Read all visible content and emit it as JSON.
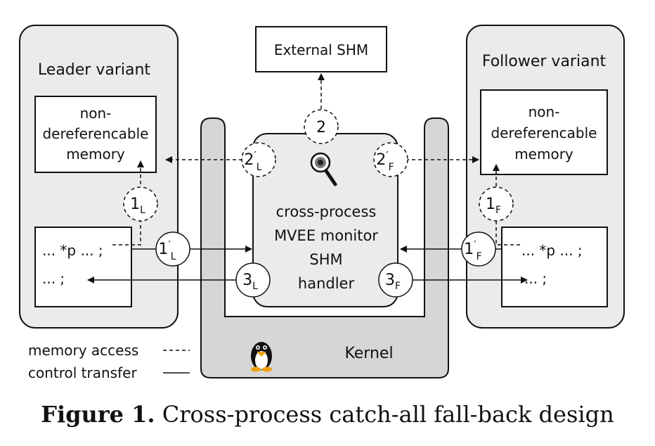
{
  "diagram": {
    "external_shm": "External SHM",
    "leader": {
      "title": "Leader variant",
      "memory_lines": [
        "non-",
        "dereferencable",
        "memory"
      ],
      "code_line1": "... *p ... ;",
      "code_line2": "... ;"
    },
    "follower": {
      "title": "Follower variant",
      "memory_lines": [
        "non-",
        "dereferencable",
        "memory"
      ],
      "code_line1": "... *p ... ;",
      "code_line2": "... ;"
    },
    "monitor_lines": [
      "cross-process",
      "MVEE monitor",
      "SHM",
      "handler"
    ],
    "kernel": "Kernel",
    "steps": {
      "two": "2",
      "two_L": {
        "num": "2",
        "prime": "′",
        "sub": "L"
      },
      "two_F": {
        "num": "2",
        "prime": "′",
        "sub": "F"
      },
      "one_L": {
        "num": "1",
        "sub": "L"
      },
      "one_F": {
        "num": "1",
        "sub": "F"
      },
      "one_prime_L": {
        "num": "1",
        "prime": "′",
        "sub": "L"
      },
      "one_prime_F": {
        "num": "1",
        "prime": "′",
        "sub": "F"
      },
      "three_L": {
        "num": "3",
        "sub": "L"
      },
      "three_F": {
        "num": "3",
        "sub": "F"
      }
    },
    "legend": {
      "memory_access": "memory access",
      "control_transfer": "control transfer"
    },
    "icons": [
      "magnifier-icon",
      "tux-penguin-icon"
    ]
  },
  "caption": {
    "label": "Figure 1.",
    "text": " Cross-process catch-all fall-back design"
  }
}
